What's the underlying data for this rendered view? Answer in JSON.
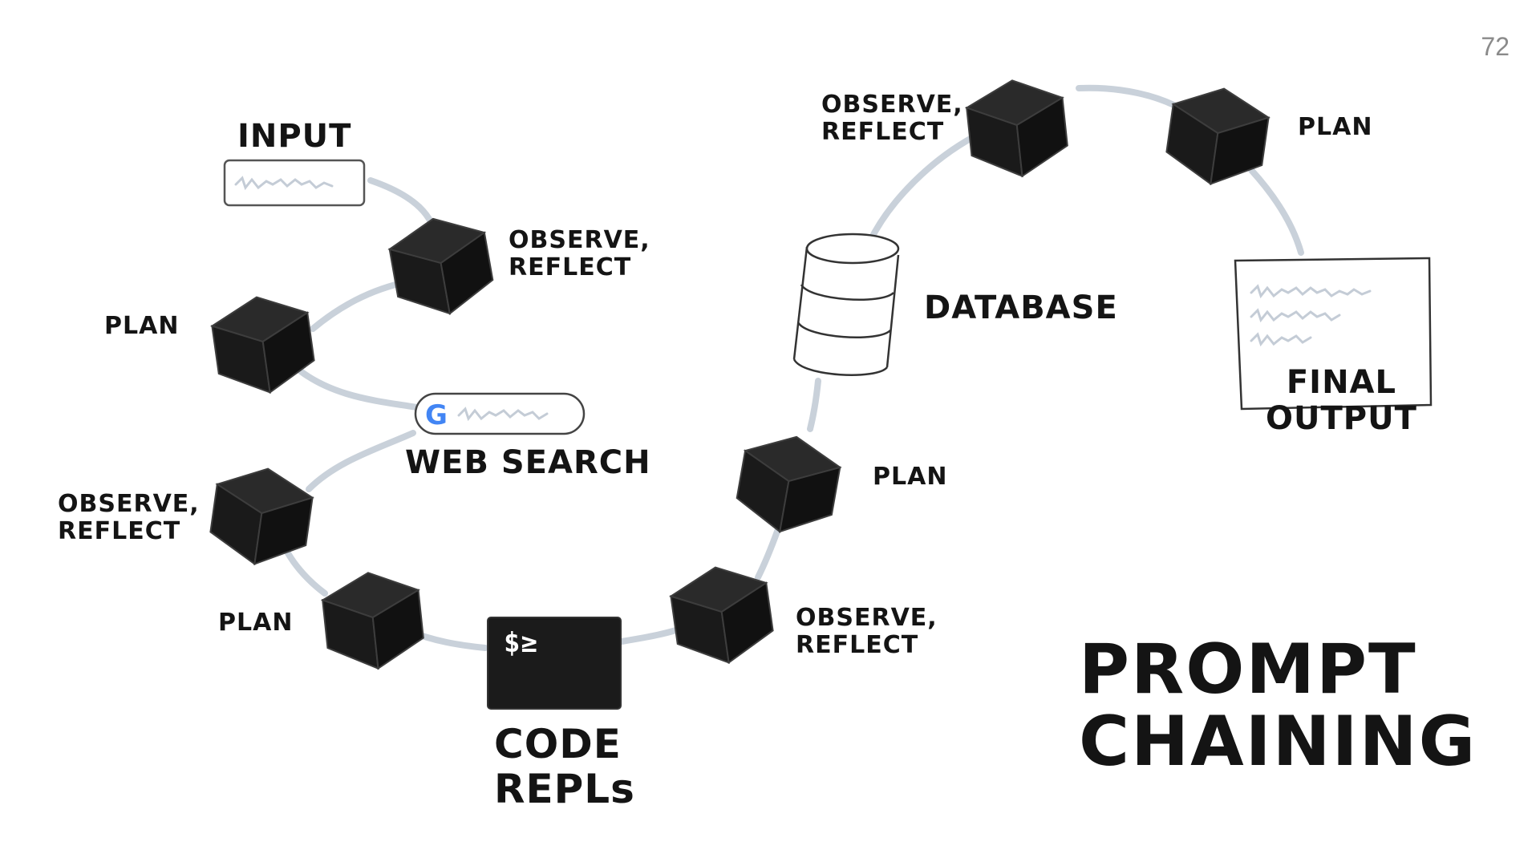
{
  "page_number": "72",
  "title": {
    "line1": "PROMPT",
    "line2": "CHAINING"
  },
  "labels": {
    "input": "INPUT",
    "observe_reflect_1": {
      "line1": "OBSERVE,",
      "line2": "REFLECT"
    },
    "plan_1": "PLAN",
    "web_search": "WEB SEARCH",
    "observe_reflect_2": {
      "line1": "OBSERVE,",
      "line2": "REFLECT"
    },
    "plan_2": "PLAN",
    "code_repls": {
      "line1": "CODE",
      "line2": "REPLs"
    },
    "observe_reflect_3": {
      "line1": "OBSERVE,",
      "line2": "REFLECT"
    },
    "plan_3": "PLAN",
    "database": "DATABASE",
    "observe_reflect_4": {
      "line1": "OBSERVE,",
      "line2": "REFLECT"
    },
    "plan_4": "PLAN",
    "final_output": {
      "line1": "FINAL",
      "line2": "OUTPUT"
    }
  },
  "terminal_prompt": "$≥",
  "colors": {
    "cube_front": "#1b1b1b",
    "cube_top": "#2a2a2a",
    "cube_side": "#111111",
    "connector": "#c9d1da",
    "text": "#141414",
    "page_number": "#8a8a8a"
  }
}
